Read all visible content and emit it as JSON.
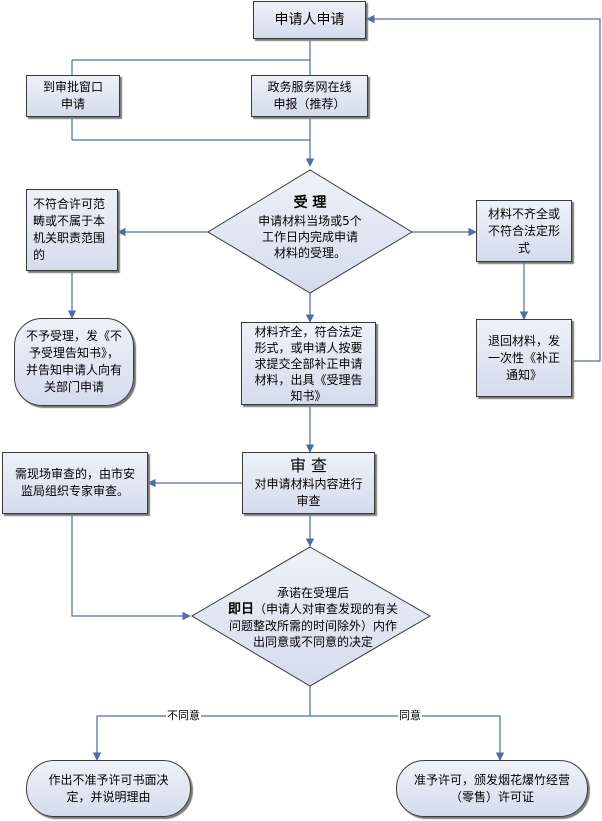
{
  "apply": {
    "label": "申请人申请"
  },
  "window_apply": {
    "line1": "到审批窗口",
    "line2": "申请"
  },
  "online_apply": {
    "line1": "政务服务网在线",
    "line2": "申报（推荐）"
  },
  "reject_scope": {
    "line1": "不符合许可范",
    "line2": "畴或不属于本",
    "line3": "机关职责范围",
    "line4": "的"
  },
  "accept": {
    "title": "受  理",
    "line1": "申请材料当场或5个",
    "line2": "工作日内完成申请",
    "line3": "材料的受理。"
  },
  "incomplete": {
    "line1": "材料不齐全或",
    "line2": "不符合法定形",
    "line3": "式"
  },
  "not_accept": {
    "line1": "不予受理，发《不",
    "line2": "予受理告知书》，",
    "line3": "并告知申请人向有",
    "line4": "关部门申请"
  },
  "complete": {
    "line1": "材料齐全，符合法定",
    "line2": "形式，或申请人按要",
    "line3": "求提交全部补正申请",
    "line4": "材料，出具《受理告",
    "line5": "知书》"
  },
  "return": {
    "line1": "退回材料，发",
    "line2": "一次性《补正",
    "line3": "通知》"
  },
  "review": {
    "title": "审  查",
    "line1": "对申请材料内容进行",
    "line2": "审查"
  },
  "onsite": {
    "line1": "需现场审查的，由市安",
    "line2": "监局组织专家审查。"
  },
  "decision": {
    "line1": "承诺在受理后",
    "bold": "即日",
    "line2": "（申请人对审查发现的有关",
    "line3": "问题整改所需的时间除外）内作",
    "line4": "出同意或不同意的决定"
  },
  "branch": {
    "disagree": "不同意",
    "agree": "同意"
  },
  "deny": {
    "line1": "作出不准予许可书面决",
    "line2": "定，并说明理由"
  },
  "grant": {
    "line1": "准予许可，颁发烟花爆竹经营",
    "line2": "（零售）许可证"
  },
  "colors": {
    "line": "#4a6fa5",
    "box_top": "#eef1f8",
    "box_bottom": "#d4dcec",
    "border": "#3a3a3a"
  }
}
